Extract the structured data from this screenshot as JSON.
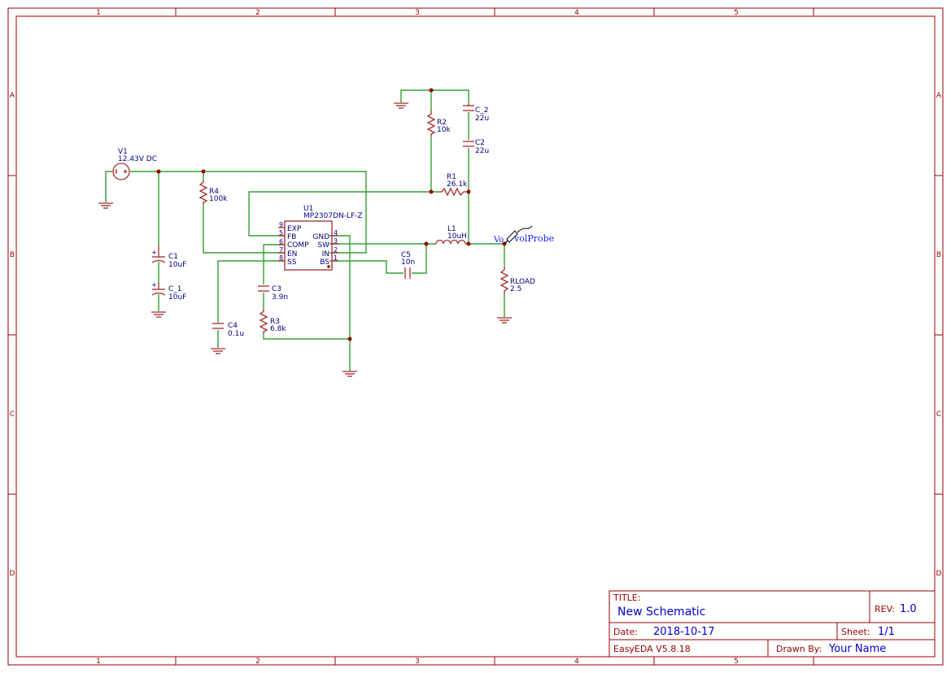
{
  "title_block": {
    "title_label": "TITLE:",
    "title": "New Schematic",
    "rev_label": "REV:",
    "rev": "1.0",
    "date_label": "Date:",
    "date": "2018-10-17",
    "sheet_label": "Sheet:",
    "sheet": "1/1",
    "software": "EasyEDA V5.8.18",
    "drawn_label": "Drawn By:",
    "drawn_by": "Your Name"
  },
  "zones": {
    "columns": [
      "1",
      "2",
      "3",
      "4",
      "5"
    ],
    "rows": [
      "A",
      "B",
      "C",
      "D"
    ]
  },
  "components": {
    "v1": {
      "ref": "V1",
      "value": "12.43V DC"
    },
    "c1": {
      "ref": "C1",
      "value": "10uF"
    },
    "c1b": {
      "ref": "C_1",
      "value": "10uF"
    },
    "r4": {
      "ref": "R4",
      "value": "100k"
    },
    "u1": {
      "ref": "U1",
      "value": "MP2307DN-LF-Z",
      "pins_left": [
        {
          "name": "EXP",
          "num": "9"
        },
        {
          "name": "FB",
          "num": "5"
        },
        {
          "name": "COMP",
          "num": "6"
        },
        {
          "name": "EN",
          "num": "7"
        },
        {
          "name": "SS",
          "num": "8"
        }
      ],
      "pins_right": [
        {
          "name": "GND",
          "num": "4"
        },
        {
          "name": "SW",
          "num": "3"
        },
        {
          "name": "IN",
          "num": "2"
        },
        {
          "name": "BS",
          "num": "1"
        }
      ]
    },
    "c3": {
      "ref": "C3",
      "value": "3.9n"
    },
    "r3": {
      "ref": "R3",
      "value": "6.8k"
    },
    "c4": {
      "ref": "C4",
      "value": "0.1u"
    },
    "c5": {
      "ref": "C5",
      "value": "10n"
    },
    "r2": {
      "ref": "R2",
      "value": "10k"
    },
    "c_2": {
      "ref": "C_2",
      "value": "22u"
    },
    "c2": {
      "ref": "C2",
      "value": "22u"
    },
    "r1": {
      "ref": "R1",
      "value": "26.1k"
    },
    "l1": {
      "ref": "L1",
      "value": "10uH"
    },
    "rload": {
      "ref": "RLOAD",
      "value": "2.5"
    },
    "probe": {
      "net": "Vo",
      "name": "volProbe"
    }
  },
  "colors": {
    "frame": "#990000",
    "wire": "#33a033",
    "component": "#a52a2a",
    "label": "#000080",
    "value_text": "#0000cc"
  }
}
